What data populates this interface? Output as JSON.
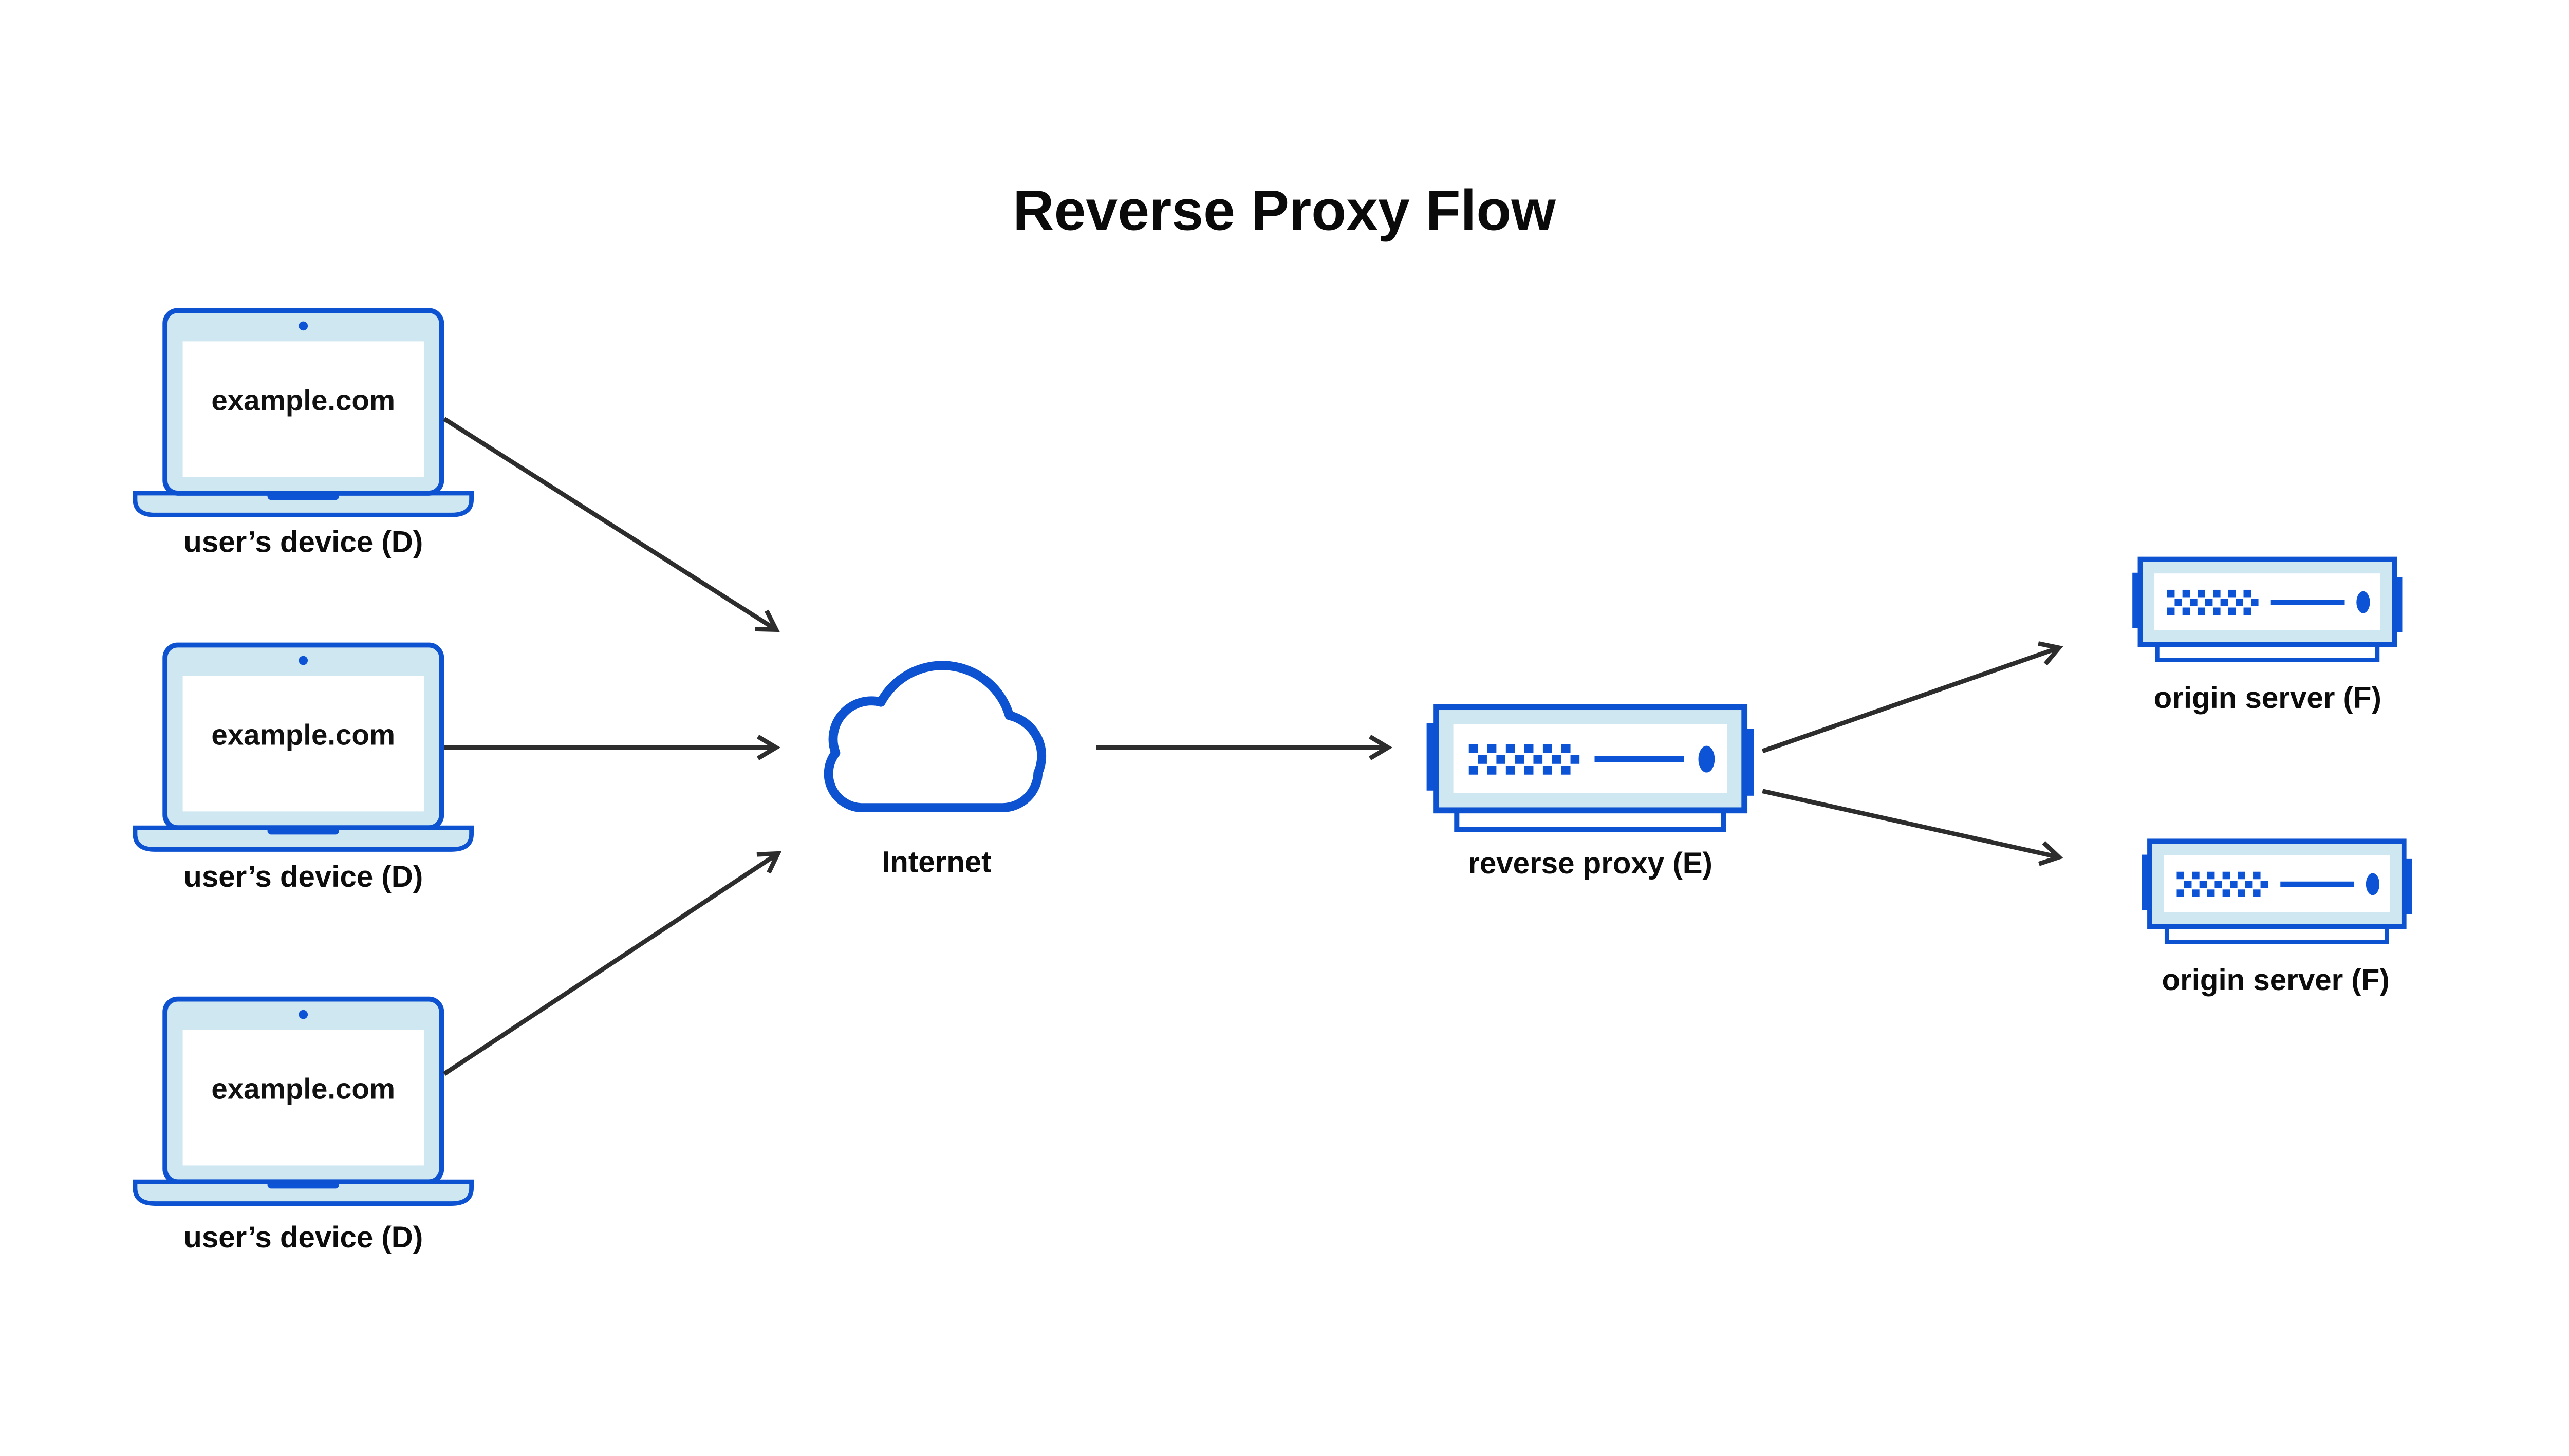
{
  "title": "Reverse Proxy Flow",
  "nodes": {
    "devices": [
      {
        "screen_url": "example.com",
        "label": "user’s device (D)"
      },
      {
        "screen_url": "example.com",
        "label": "user’s device (D)"
      },
      {
        "screen_url": "example.com",
        "label": "user’s device (D)"
      }
    ],
    "internet": {
      "label": "Internet"
    },
    "reverse_proxy": {
      "label": "reverse proxy (E)"
    },
    "origin_servers": [
      {
        "label": "origin server (F)"
      },
      {
        "label": "origin server (F)"
      }
    ]
  },
  "icons": {
    "device": "laptop-icon",
    "internet": "cloud-icon",
    "reverse_proxy": "server-icon",
    "origin_server": "server-icon"
  },
  "colors": {
    "accent_blue": "#0c52d1",
    "solid_blue": "#0d53d6",
    "light_blue": "#cfe7f1",
    "arrow_dark": "#2d2d2d",
    "text": "#0a0a0a",
    "background": "#ffffff"
  }
}
